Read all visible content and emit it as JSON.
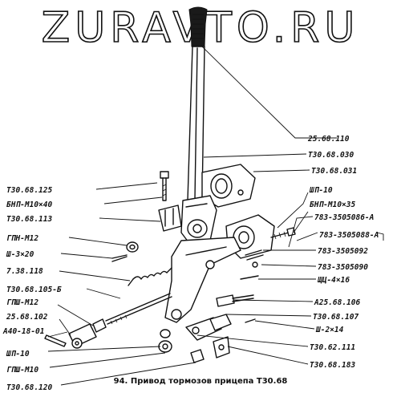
{
  "watermark": "ZURAVTO.RU",
  "caption": {
    "number": "94.",
    "text": "Привод тормозов прицепа",
    "code": "Т30.68"
  },
  "labels_left": [
    "Т30.68.125",
    "БНП-М10×40",
    "Т30.68.113",
    "ГПН-М12",
    "Ш-3×20",
    "7.38.118",
    "Т30.68.105-Б",
    "ГПШ-М12",
    "25.68.102",
    "А40-18-01",
    "ШП-10",
    "ГПШ-М10",
    "Т30.68.120"
  ],
  "labels_right": [
    "25.68.110",
    "Т30.68.030",
    "Т30.68.031",
    "ШП-10",
    "БНП-М10×35",
    "783-3505086-А",
    "783-3505088-А",
    "783-3505092",
    "783-3505090",
    "ЩЦ-4×16",
    "А25.68.106",
    "Т30.68.107",
    "Ш-2×14",
    "Т30.62.111",
    "Т30.68.183"
  ]
}
